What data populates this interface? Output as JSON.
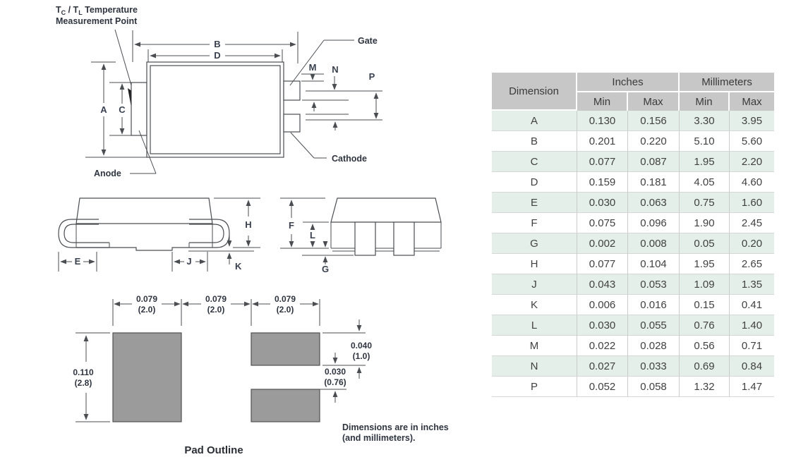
{
  "drawing": {
    "temp_note": {
      "p1": "T",
      "s1": "C",
      "p2": " / T",
      "s2": "L",
      "p3": " Temperature",
      "line2": "Measurement Point"
    },
    "part_labels": {
      "gate": "Gate",
      "cathode": "Cathode",
      "anode": "Anode"
    },
    "dim_letters": {
      "A": "A",
      "B": "B",
      "C": "C",
      "D": "D",
      "E": "E",
      "F": "F",
      "G": "G",
      "H": "H",
      "J": "J",
      "K": "K",
      "L": "L",
      "M": "M",
      "N": "N",
      "P": "P"
    },
    "pad_outline": {
      "width_in": "0.079",
      "width_mm": "(2.0)",
      "height_in": "0.110",
      "height_mm": "(2.8)",
      "pad1_in": "0.040",
      "pad1_mm": "(1.0)",
      "gap_in": "0.030",
      "gap_mm": "(0.76)",
      "caption": "Pad Outline"
    },
    "units_note_line1": "Dimensions are in inches",
    "units_note_line2": "(and millimeters)."
  },
  "table": {
    "col_dimension": "Dimension",
    "group_inches": "Inches",
    "group_millimeters": "Millimeters",
    "col_min_in": "Min",
    "col_max_in": "Max",
    "col_min_mm": "Min",
    "col_max_mm": "Max",
    "rows": [
      {
        "dim": "A",
        "in_min": "0.130",
        "in_max": "0.156",
        "mm_min": "3.30",
        "mm_max": "3.95"
      },
      {
        "dim": "B",
        "in_min": "0.201",
        "in_max": "0.220",
        "mm_min": "5.10",
        "mm_max": "5.60"
      },
      {
        "dim": "C",
        "in_min": "0.077",
        "in_max": "0.087",
        "mm_min": "1.95",
        "mm_max": "2.20"
      },
      {
        "dim": "D",
        "in_min": "0.159",
        "in_max": "0.181",
        "mm_min": "4.05",
        "mm_max": "4.60"
      },
      {
        "dim": "E",
        "in_min": "0.030",
        "in_max": "0.063",
        "mm_min": "0.75",
        "mm_max": "1.60"
      },
      {
        "dim": "F",
        "in_min": "0.075",
        "in_max": "0.096",
        "mm_min": "1.90",
        "mm_max": "2.45"
      },
      {
        "dim": "G",
        "in_min": "0.002",
        "in_max": "0.008",
        "mm_min": "0.05",
        "mm_max": "0.20"
      },
      {
        "dim": "H",
        "in_min": "0.077",
        "in_max": "0.104",
        "mm_min": "1.95",
        "mm_max": "2.65"
      },
      {
        "dim": "J",
        "in_min": "0.043",
        "in_max": "0.053",
        "mm_min": "1.09",
        "mm_max": "1.35"
      },
      {
        "dim": "K",
        "in_min": "0.006",
        "in_max": "0.016",
        "mm_min": "0.15",
        "mm_max": "0.41"
      },
      {
        "dim": "L",
        "in_min": "0.030",
        "in_max": "0.055",
        "mm_min": "0.76",
        "mm_max": "1.40"
      },
      {
        "dim": "M",
        "in_min": "0.022",
        "in_max": "0.028",
        "mm_min": "0.56",
        "mm_max": "0.71"
      },
      {
        "dim": "N",
        "in_min": "0.027",
        "in_max": "0.033",
        "mm_min": "0.69",
        "mm_max": "0.84"
      },
      {
        "dim": "P",
        "in_min": "0.052",
        "in_max": "0.058",
        "mm_min": "1.32",
        "mm_max": "1.47"
      }
    ]
  },
  "colors": {
    "table_header_bg": "#c7c7c7",
    "table_row_alt": "#e4efe9",
    "pad_fill": "#9b9b9b",
    "drawing_line": "#4a4d52",
    "text": "#2e3440"
  }
}
